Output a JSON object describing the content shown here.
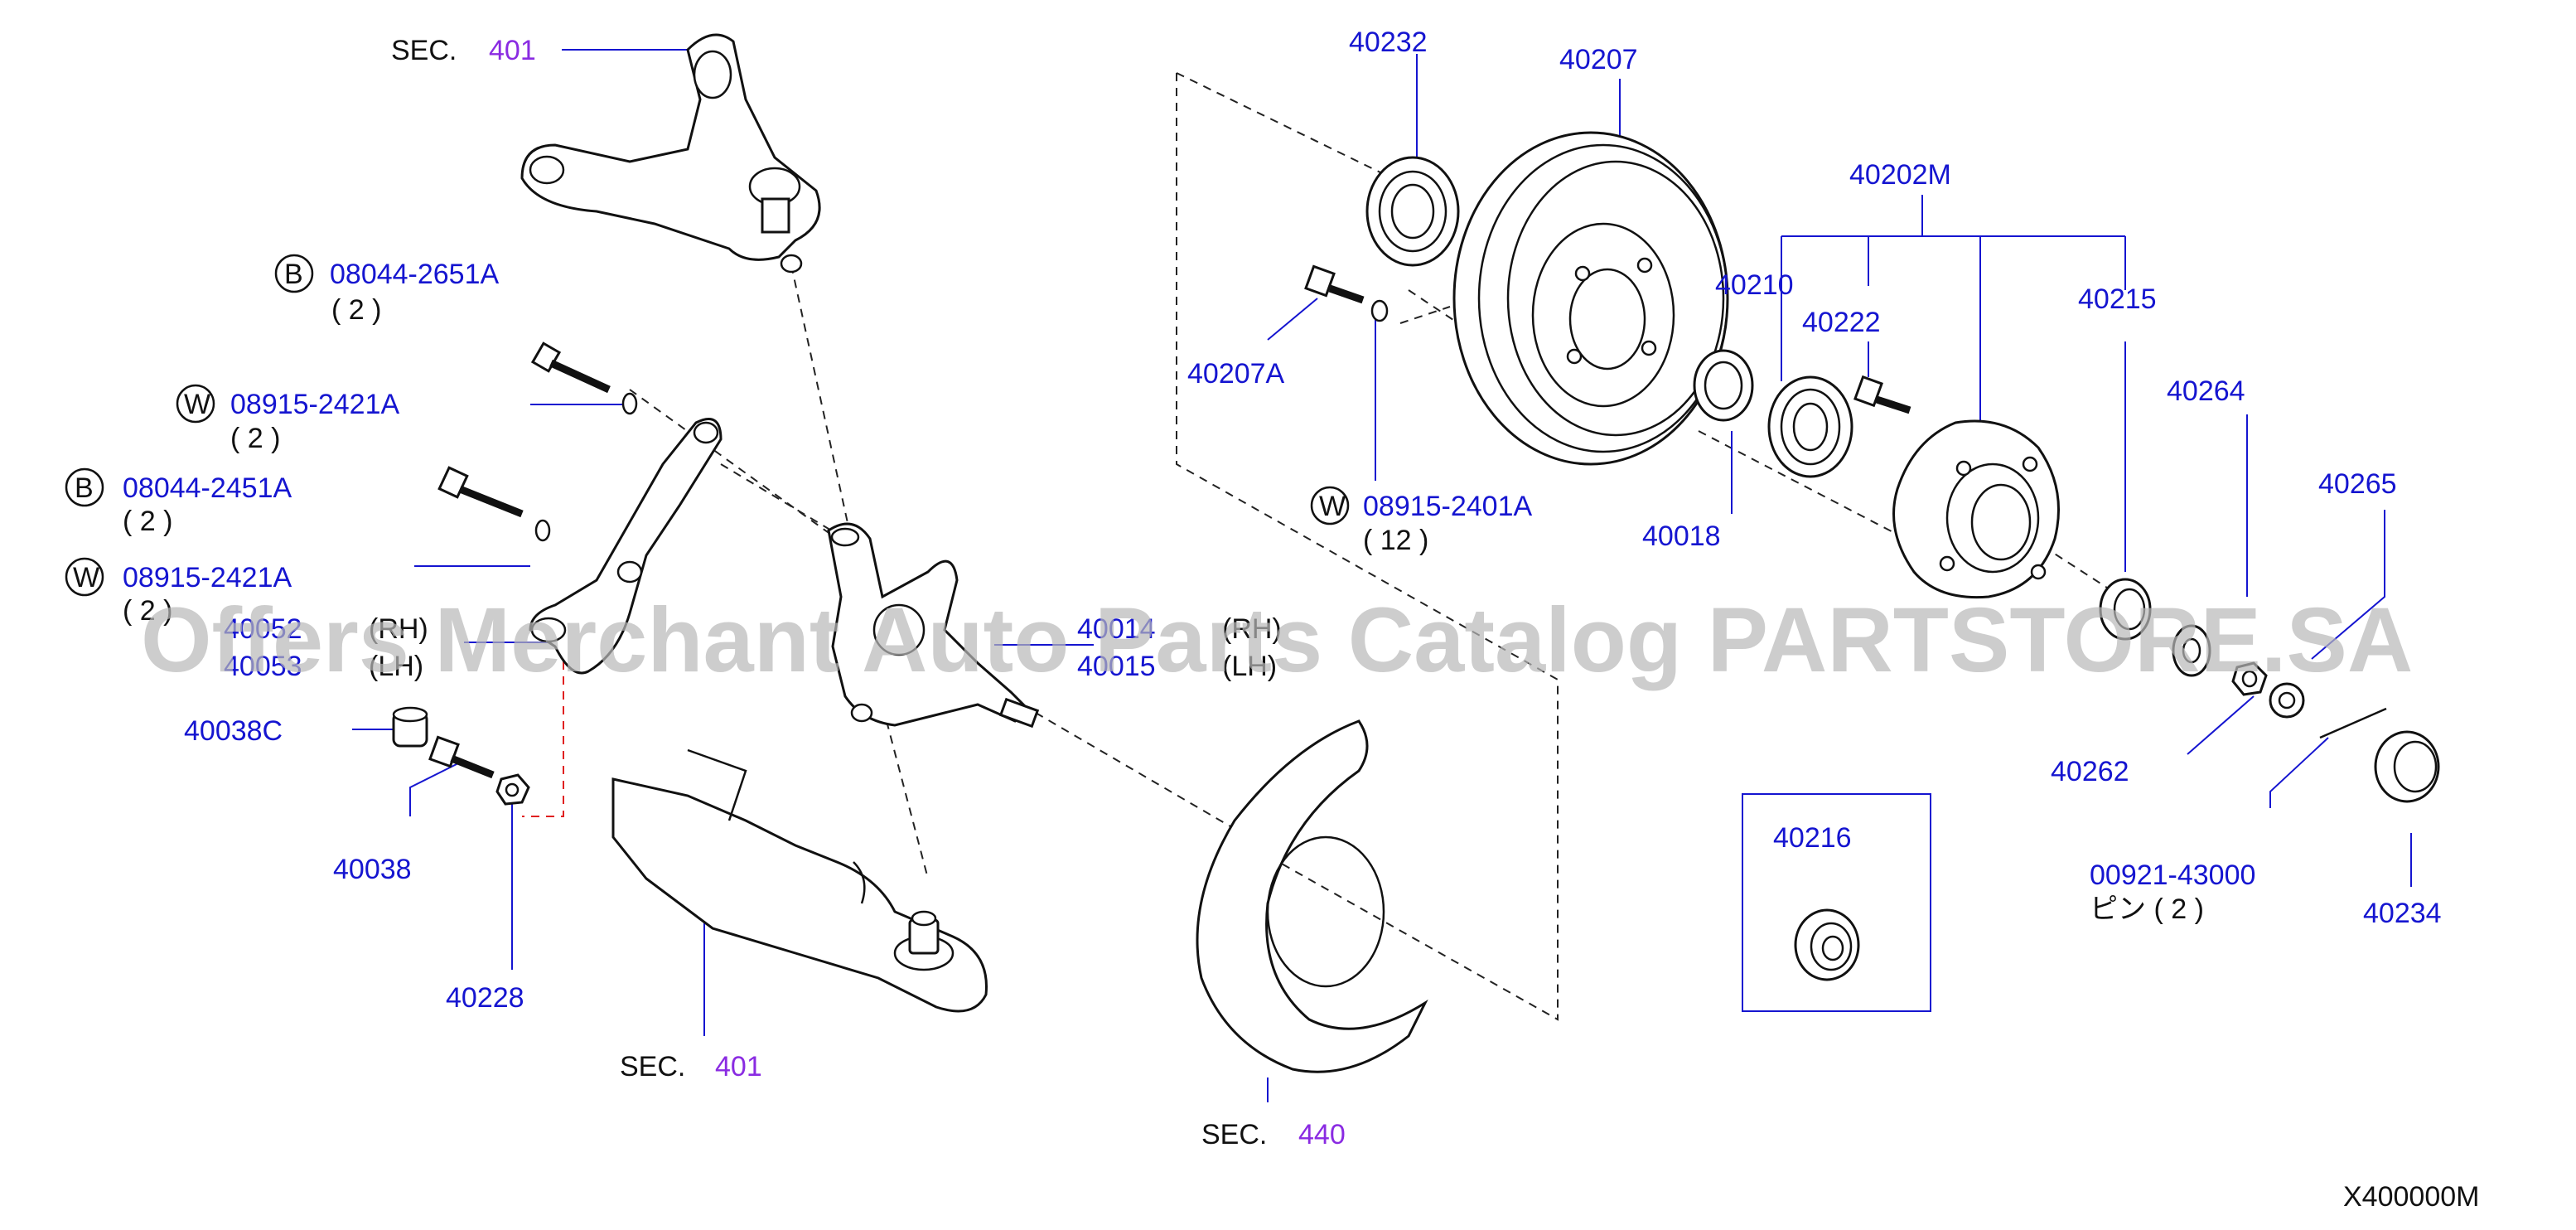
{
  "sections": {
    "sec_top": {
      "prefix": "SEC.",
      "ref": "401"
    },
    "sec_bottom": {
      "prefix": "SEC.",
      "ref": "401"
    },
    "sec_shield": {
      "prefix": "SEC.",
      "ref": "440"
    }
  },
  "callouts": {
    "b1": {
      "marker": "B",
      "part": "08044-2651A",
      "qty": "( 2 )"
    },
    "w1": {
      "marker": "W",
      "part": "08915-2421A",
      "qty": "( 2 )"
    },
    "b2": {
      "marker": "B",
      "part": "08044-2451A",
      "qty": "( 2 )"
    },
    "w2": {
      "marker": "W",
      "part": "08915-2421A",
      "qty": "( 2 )"
    },
    "w3": {
      "marker": "W",
      "part": "08915-2401A",
      "qty": "( 12 )"
    }
  },
  "parts": {
    "p40052": "40052",
    "p40053": "40053",
    "rh1": "(RH)",
    "lh1": "(LH)",
    "p40014": "40014",
    "p40015": "40015",
    "rh2": "(RH)",
    "lh2": "(LH)",
    "p40038C": "40038C",
    "p40038": "40038",
    "p40228": "40228",
    "p40232": "40232",
    "p40207": "40207",
    "p40207A": "40207A",
    "p40202M": "40202M",
    "p40210": "40210",
    "p40222": "40222",
    "p40215": "40215",
    "p40018": "40018",
    "p40264": "40264",
    "p40265": "40265",
    "p40262": "40262",
    "p40216": "40216",
    "p00921": "00921-43000",
    "pin": "ピン ( 2 )",
    "p40234": "40234"
  },
  "diagram_code": "X400000M",
  "watermark": "Offers Merchant Auto Parts Catalog PARTSTORE.SA"
}
